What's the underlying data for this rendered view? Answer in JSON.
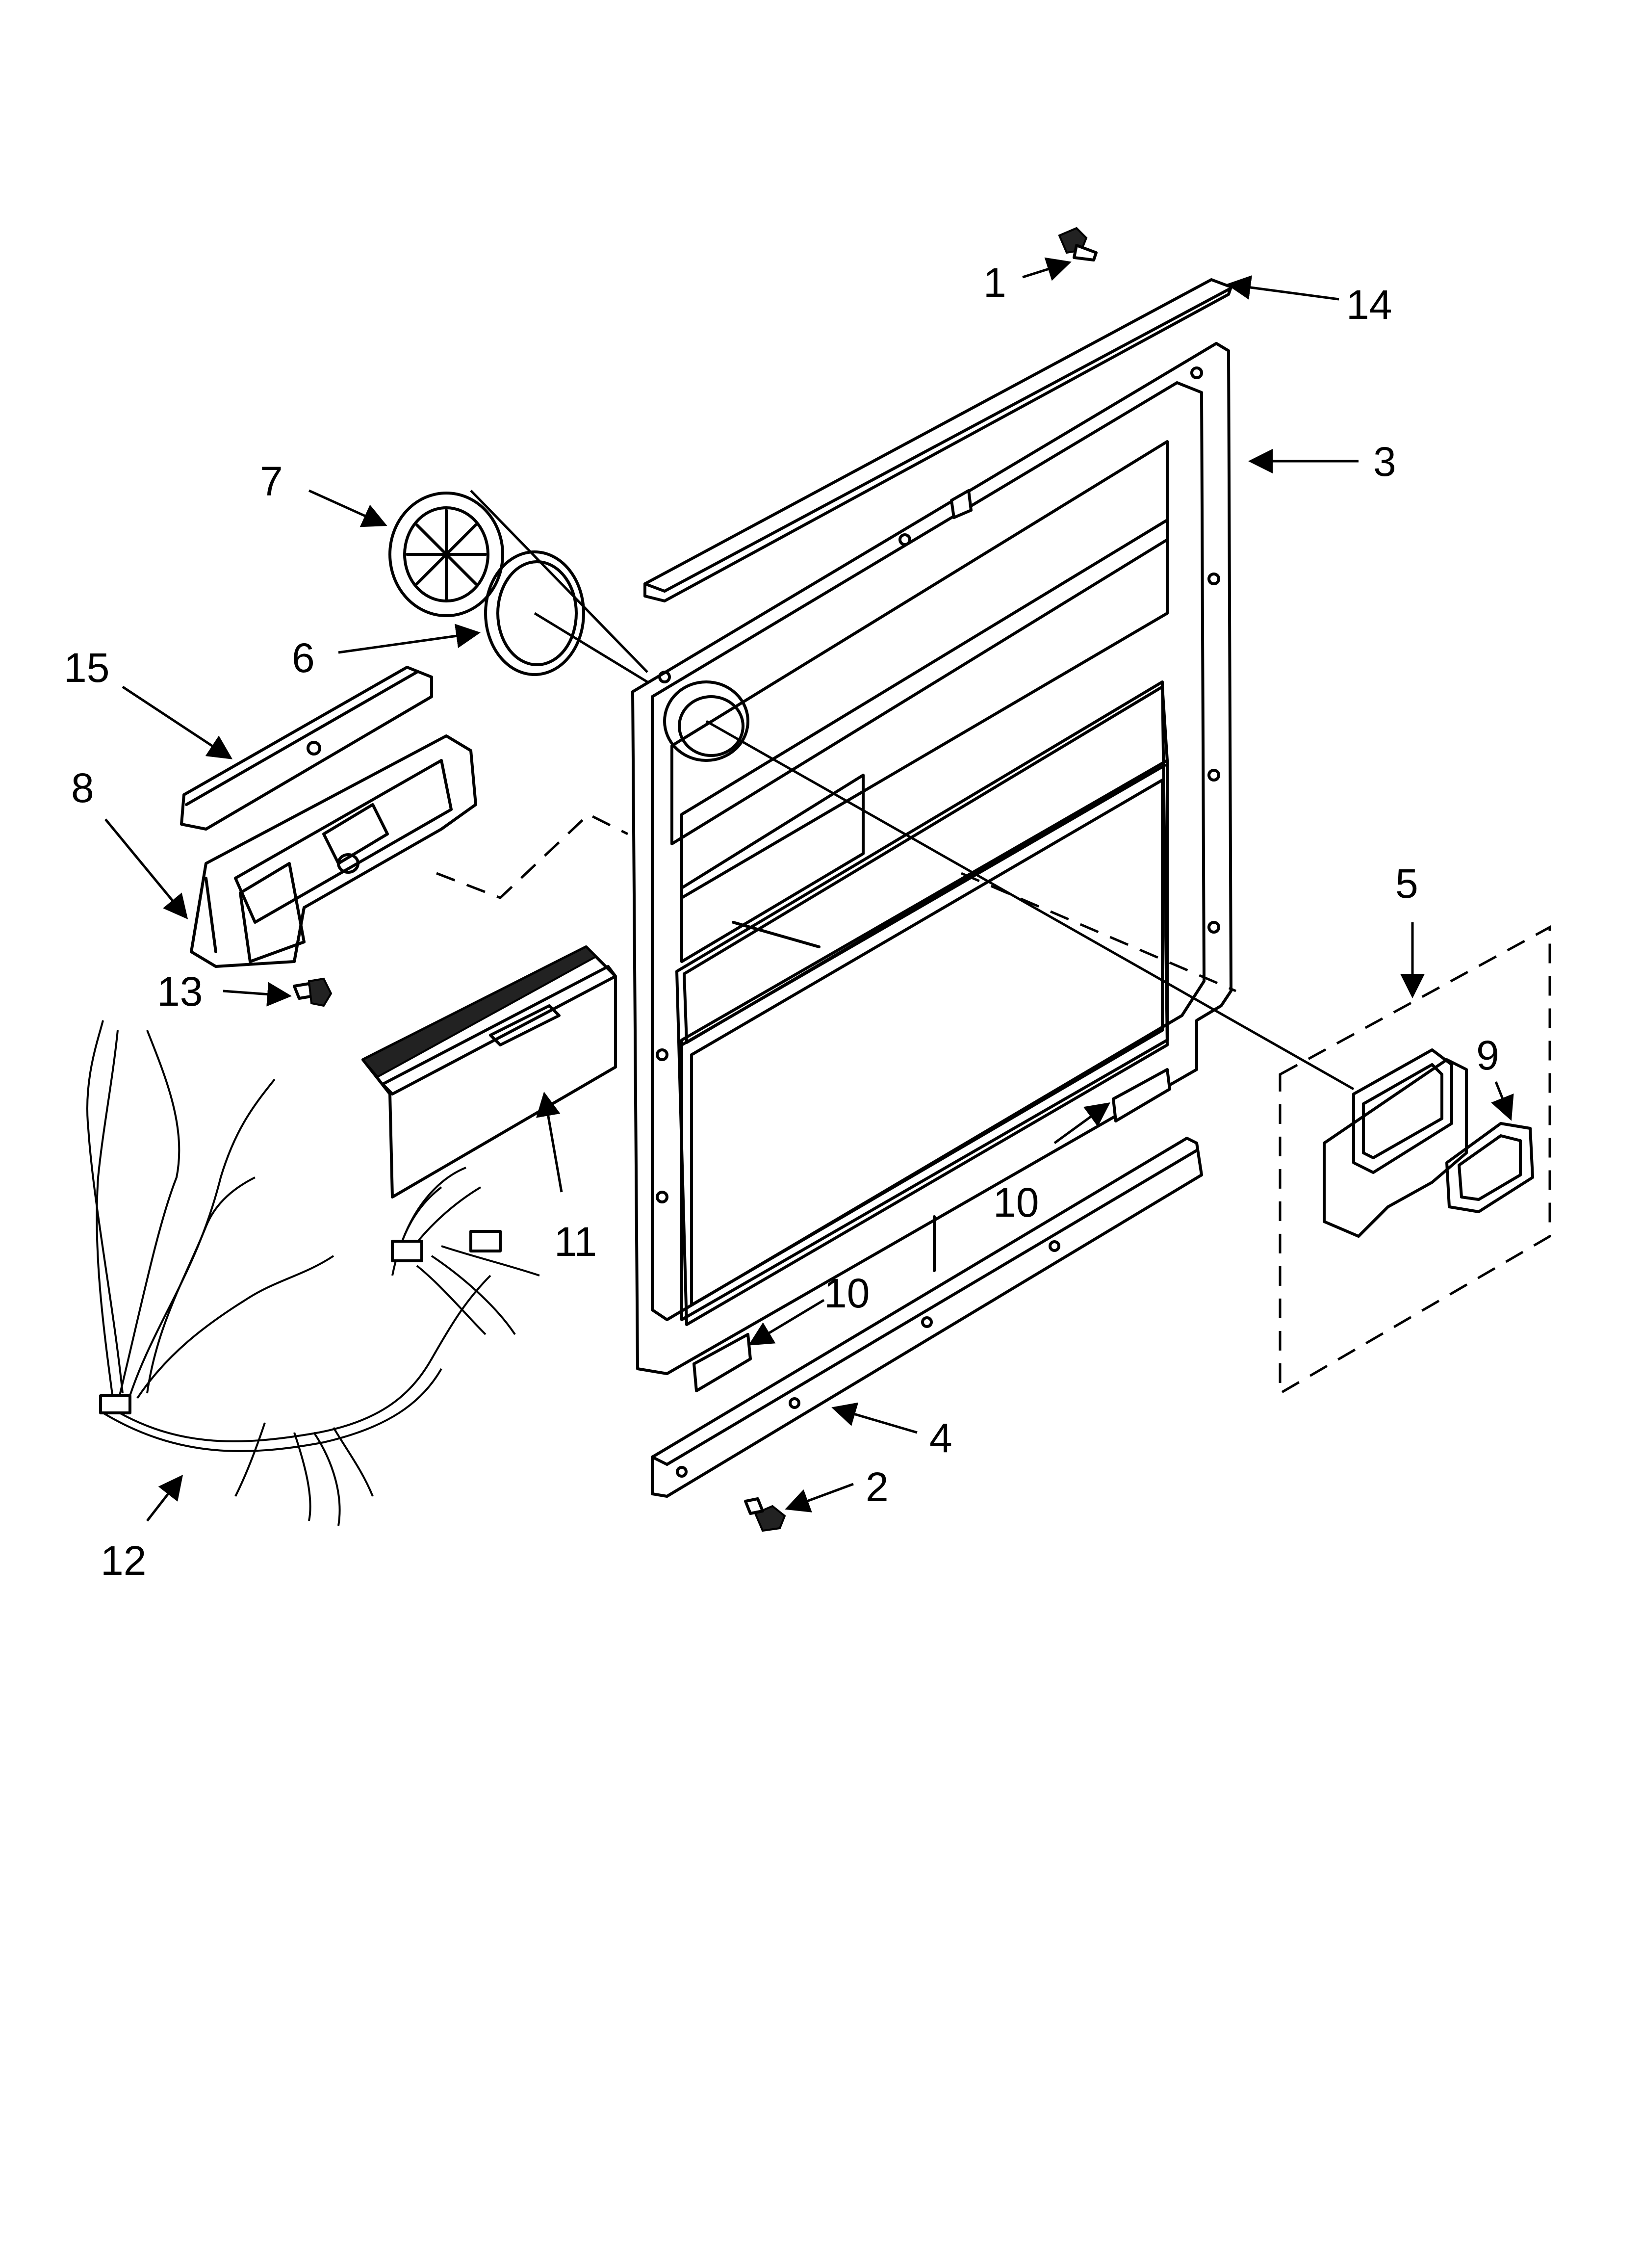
{
  "diagram": {
    "type": "exploded-parts-diagram",
    "callouts": [
      {
        "id": "callout-1",
        "label": "1"
      },
      {
        "id": "callout-2",
        "label": "2"
      },
      {
        "id": "callout-3",
        "label": "3"
      },
      {
        "id": "callout-4",
        "label": "4"
      },
      {
        "id": "callout-5",
        "label": "5"
      },
      {
        "id": "callout-6",
        "label": "6"
      },
      {
        "id": "callout-7",
        "label": "7"
      },
      {
        "id": "callout-8",
        "label": "8"
      },
      {
        "id": "callout-9",
        "label": "9"
      },
      {
        "id": "callout-10a",
        "label": "10"
      },
      {
        "id": "callout-10b",
        "label": "10"
      },
      {
        "id": "callout-11",
        "label": "11"
      },
      {
        "id": "callout-12",
        "label": "12"
      },
      {
        "id": "callout-13",
        "label": "13"
      },
      {
        "id": "callout-14",
        "label": "14"
      },
      {
        "id": "callout-15",
        "label": "15"
      }
    ]
  }
}
